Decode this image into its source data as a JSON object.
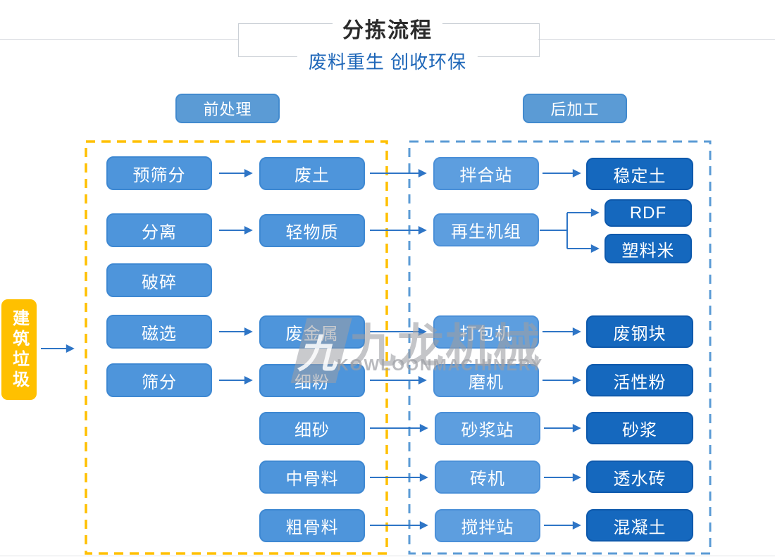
{
  "header": {
    "title": "分拣流程",
    "subtitle": "废料重生 创收环保"
  },
  "sections": {
    "pre": "前处理",
    "post": "后加工"
  },
  "source": {
    "label": "建筑垃圾"
  },
  "nodes": {
    "pre_screening": "预筛分",
    "separation": "分离",
    "crushing": "破碎",
    "magnetic_separation": "磁选",
    "screening": "筛分",
    "waste_soil": "废土",
    "light_material": "轻物质",
    "waste_metal": "废金属",
    "fine_powder": "细粉",
    "fine_sand": "细砂",
    "medium_aggregate": "中骨料",
    "coarse_aggregate": "粗骨料",
    "mixing_plant": "拌合站",
    "regeneration_unit": "再生机组",
    "baler": "打包机",
    "mill": "磨机",
    "mortar_plant": "砂浆站",
    "brick_machine": "砖机",
    "agitating_plant": "搅拌站",
    "stabilized_soil": "稳定土",
    "rdf": "RDF",
    "plastic_pellets": "塑料米",
    "steel_scrap": "废钢块",
    "active_powder": "活性粉",
    "mortar": "砂浆",
    "permeable_brick": "透水砖",
    "concrete": "混凝土"
  },
  "connections": [
    {
      "from": "建筑垃圾",
      "to": "前处理"
    },
    {
      "from": "预筛分",
      "to": "废土"
    },
    {
      "from": "废土",
      "to": "拌合站"
    },
    {
      "from": "拌合站",
      "to": "稳定土"
    },
    {
      "from": "分离",
      "to": "轻物质"
    },
    {
      "from": "轻物质",
      "to": "再生机组"
    },
    {
      "from": "再生机组",
      "to": "RDF"
    },
    {
      "from": "再生机组",
      "to": "塑料米"
    },
    {
      "from": "磁选",
      "to": "废金属"
    },
    {
      "from": "废金属",
      "to": "打包机"
    },
    {
      "from": "打包机",
      "to": "废钢块"
    },
    {
      "from": "筛分",
      "to": "细粉"
    },
    {
      "from": "细粉",
      "to": "磨机"
    },
    {
      "from": "磨机",
      "to": "活性粉"
    },
    {
      "from": "细砂",
      "to": "砂浆站"
    },
    {
      "from": "砂浆站",
      "to": "砂浆"
    },
    {
      "from": "中骨料",
      "to": "砖机"
    },
    {
      "from": "砖机",
      "to": "透水砖"
    },
    {
      "from": "粗骨料",
      "to": "搅拌站"
    },
    {
      "from": "搅拌站",
      "to": "混凝土"
    }
  ],
  "watermark": {
    "logo_char": "九",
    "brand": "九龙机械",
    "brand_en": "KOWLOONMACHINERY"
  },
  "colors": {
    "box_light": "#4e95db",
    "box_station": "#5d9edf",
    "box_dark": "#1568be",
    "source_yellow": "#ffc000",
    "dashed_yellow": "#ffc000",
    "dashed_blue": "#5b9bd5",
    "arrow_blue": "#2e75c6",
    "subtitle_blue": "#1d66b8",
    "title_dark": "#2a2a2a"
  }
}
